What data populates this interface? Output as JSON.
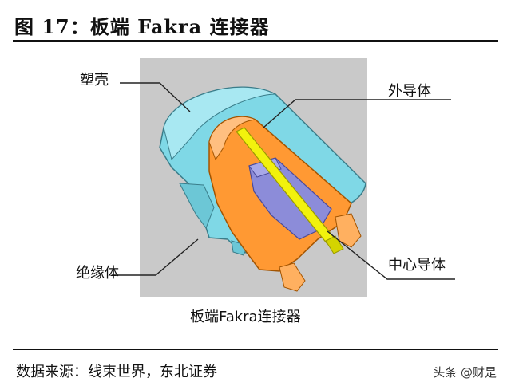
{
  "header": {
    "title": "图 17：板端 Fakra 连接器"
  },
  "figure": {
    "labels": {
      "shell": "塑壳",
      "outer_conductor": "外导体",
      "insulator": "绝缘体",
      "center_conductor": "中心导体",
      "caption": "板端Fakra连接器"
    },
    "colors": {
      "shell": "#7fd8e6",
      "outer_conductor": "#ff9933",
      "insulator": "#8c8cd9",
      "center_conductor": "#f2f20d",
      "background": "#c9c9c9"
    }
  },
  "footer": {
    "source": "数据来源：线束世界，东北证券",
    "watermark": "头条 @财是"
  }
}
